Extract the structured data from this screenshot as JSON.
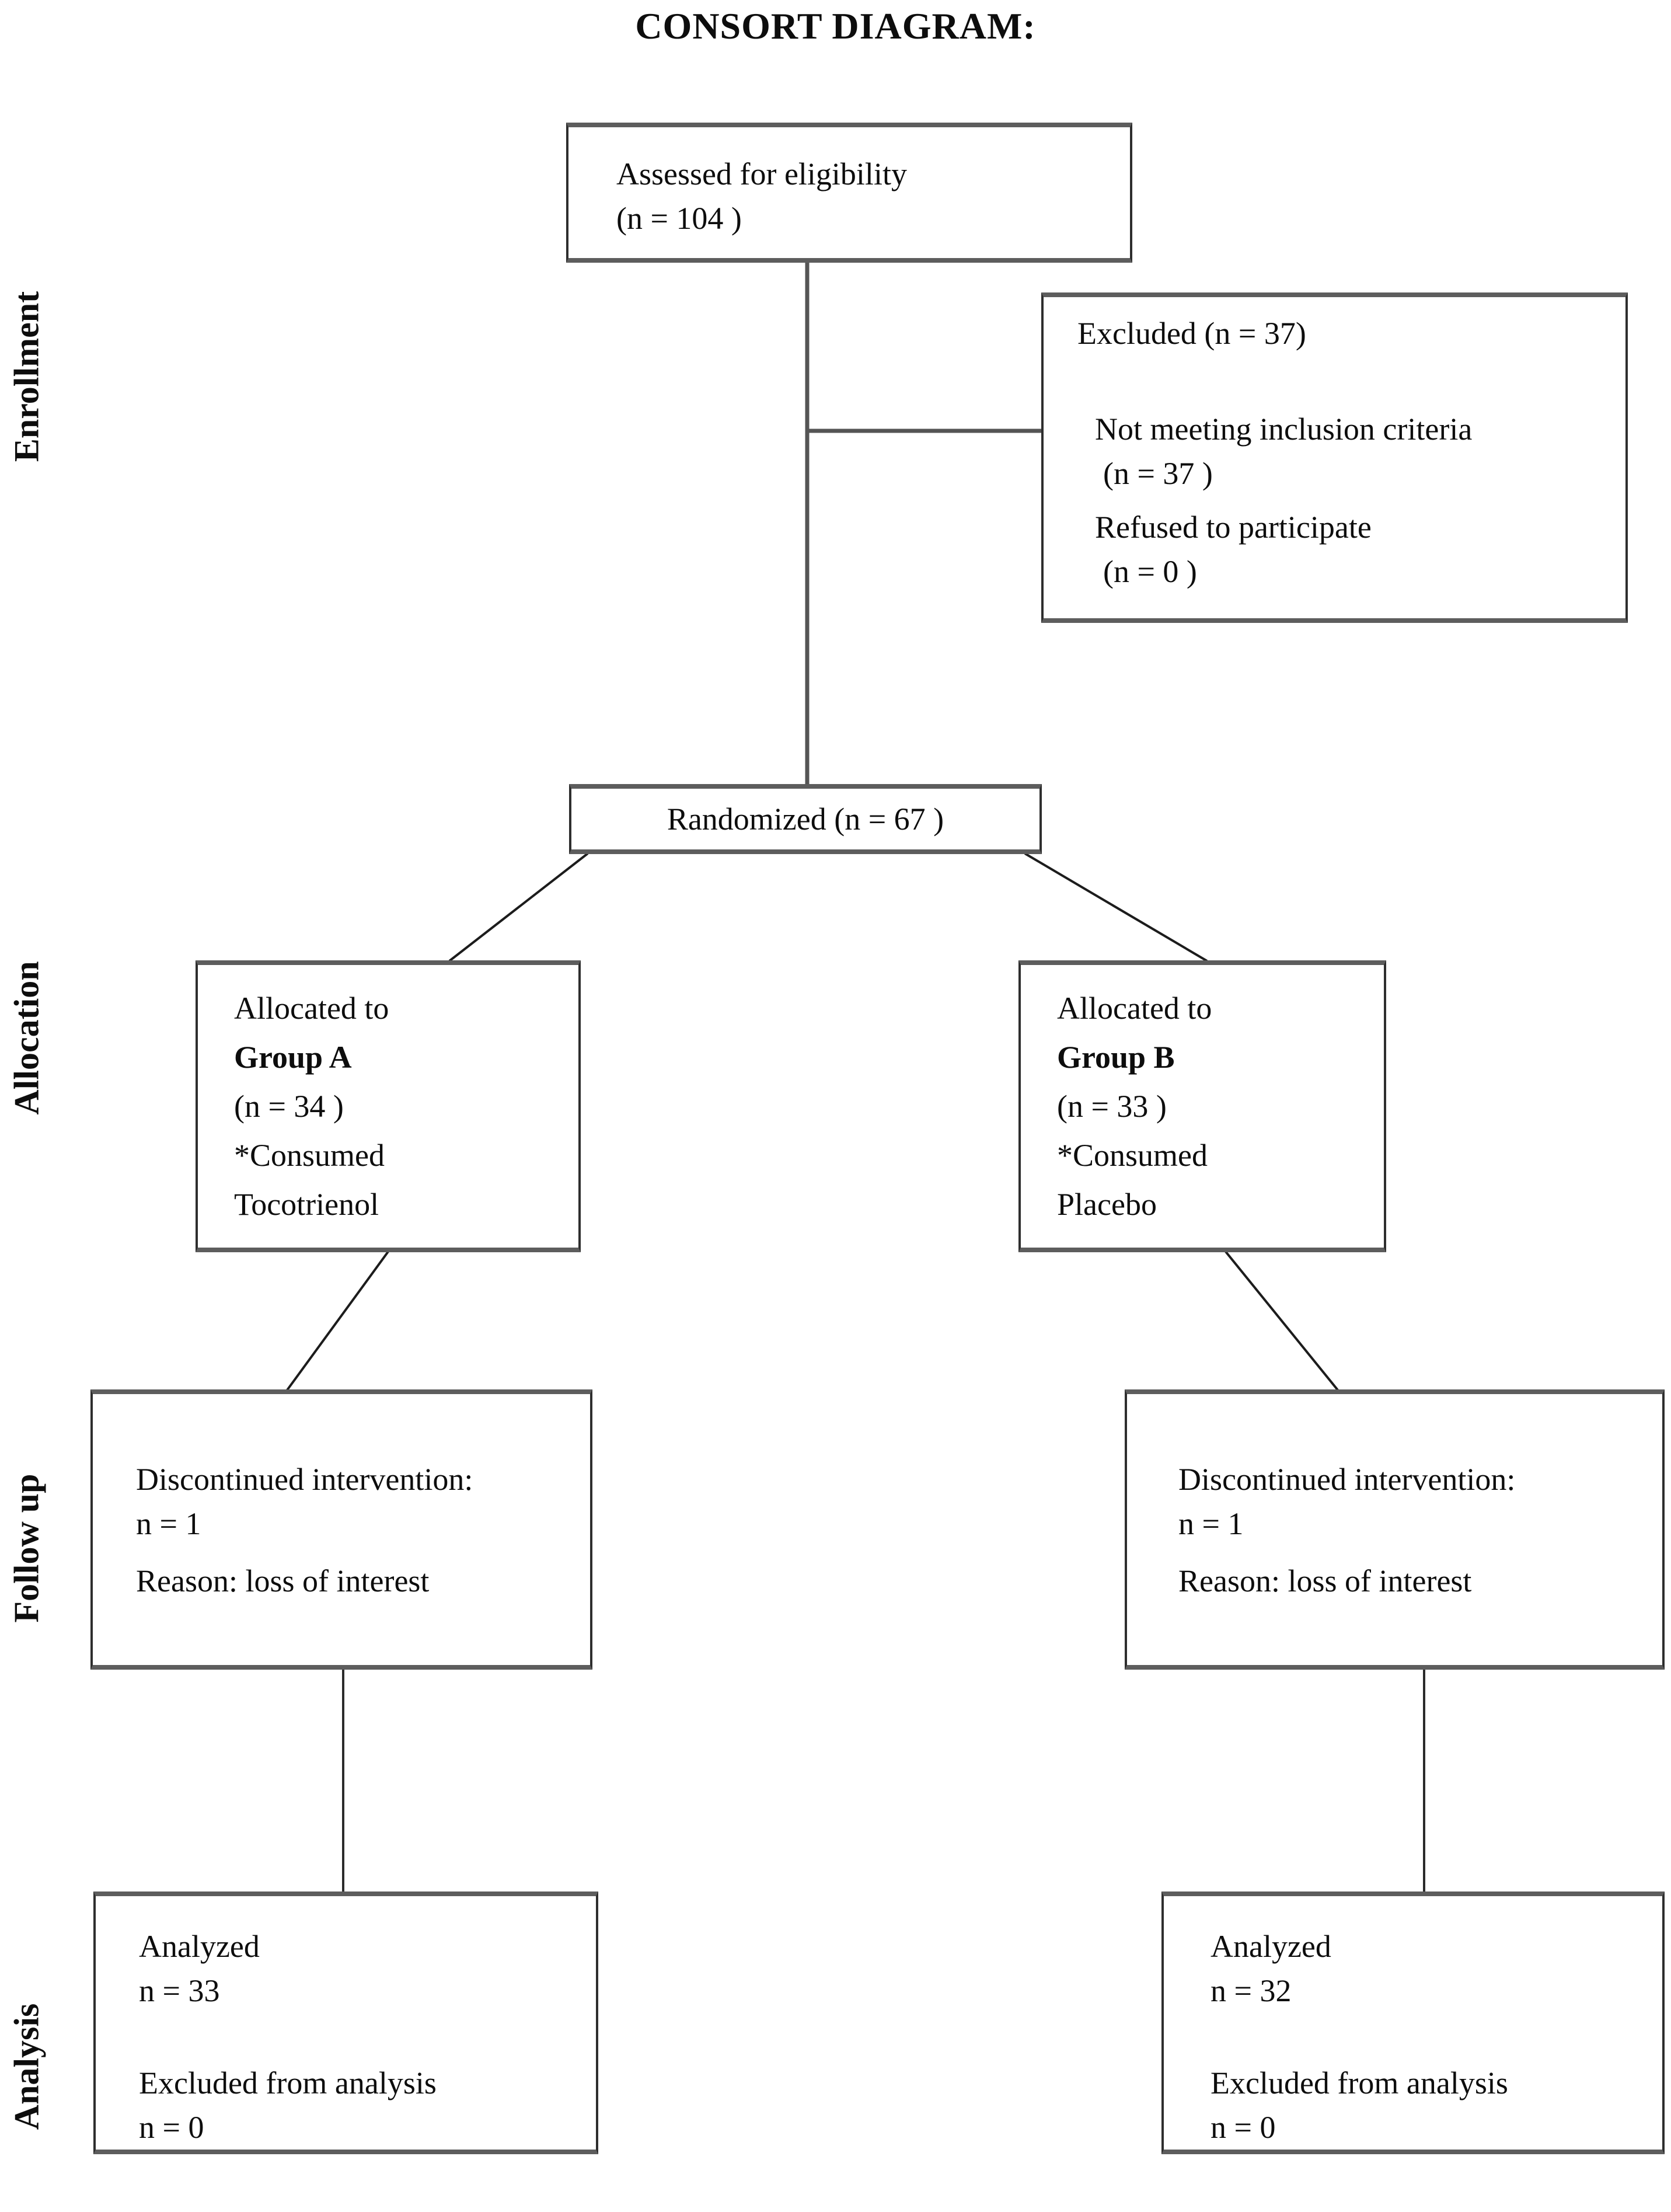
{
  "title": "CONSORT DIAGRAM:",
  "stages": {
    "enrollment": "Enrollment",
    "allocation": "Allocation",
    "follow_up": "Follow up",
    "analysis": "Analysis"
  },
  "boxes": {
    "assessed": {
      "line1": "Assessed for eligibility",
      "line2": "(n = 104 )"
    },
    "excluded": {
      "title": "Excluded (n = 37)",
      "reason1": "Not meeting inclusion criteria",
      "reason1_n": "(n = 37 )",
      "reason2": "Refused to participate",
      "reason2_n": "(n = 0 )"
    },
    "randomized": {
      "text": "Randomized (n = 67 )"
    },
    "group_a": {
      "line1": "Allocated to",
      "group": "Group A",
      "n": "(n = 34 )",
      "consumed": "*Consumed",
      "product": "Tocotrienol"
    },
    "group_b": {
      "line1": "Allocated to",
      "group": "Group B",
      "n": "(n = 33 )",
      "consumed": "*Consumed",
      "product": "Placebo"
    },
    "discontinued_a": {
      "line1": "Discontinued intervention:",
      "line2": "n = 1",
      "line3": "Reason: loss of interest"
    },
    "discontinued_b": {
      "line1": "Discontinued intervention:",
      "line2": "n = 1",
      "line3": "Reason: loss of interest"
    },
    "analyzed_a": {
      "line1": "Analyzed",
      "line2": "n = 33",
      "line3": "Excluded from analysis",
      "line4": "n = 0"
    },
    "analyzed_b": {
      "line1": "Analyzed",
      "line2": "n = 32",
      "line3": "Excluded from analysis",
      "line4": "n = 0"
    }
  },
  "colors": {
    "connector_gray": "#555555",
    "connector_dark": "#1c1c1c",
    "box_border": "#2e2e2e"
  }
}
